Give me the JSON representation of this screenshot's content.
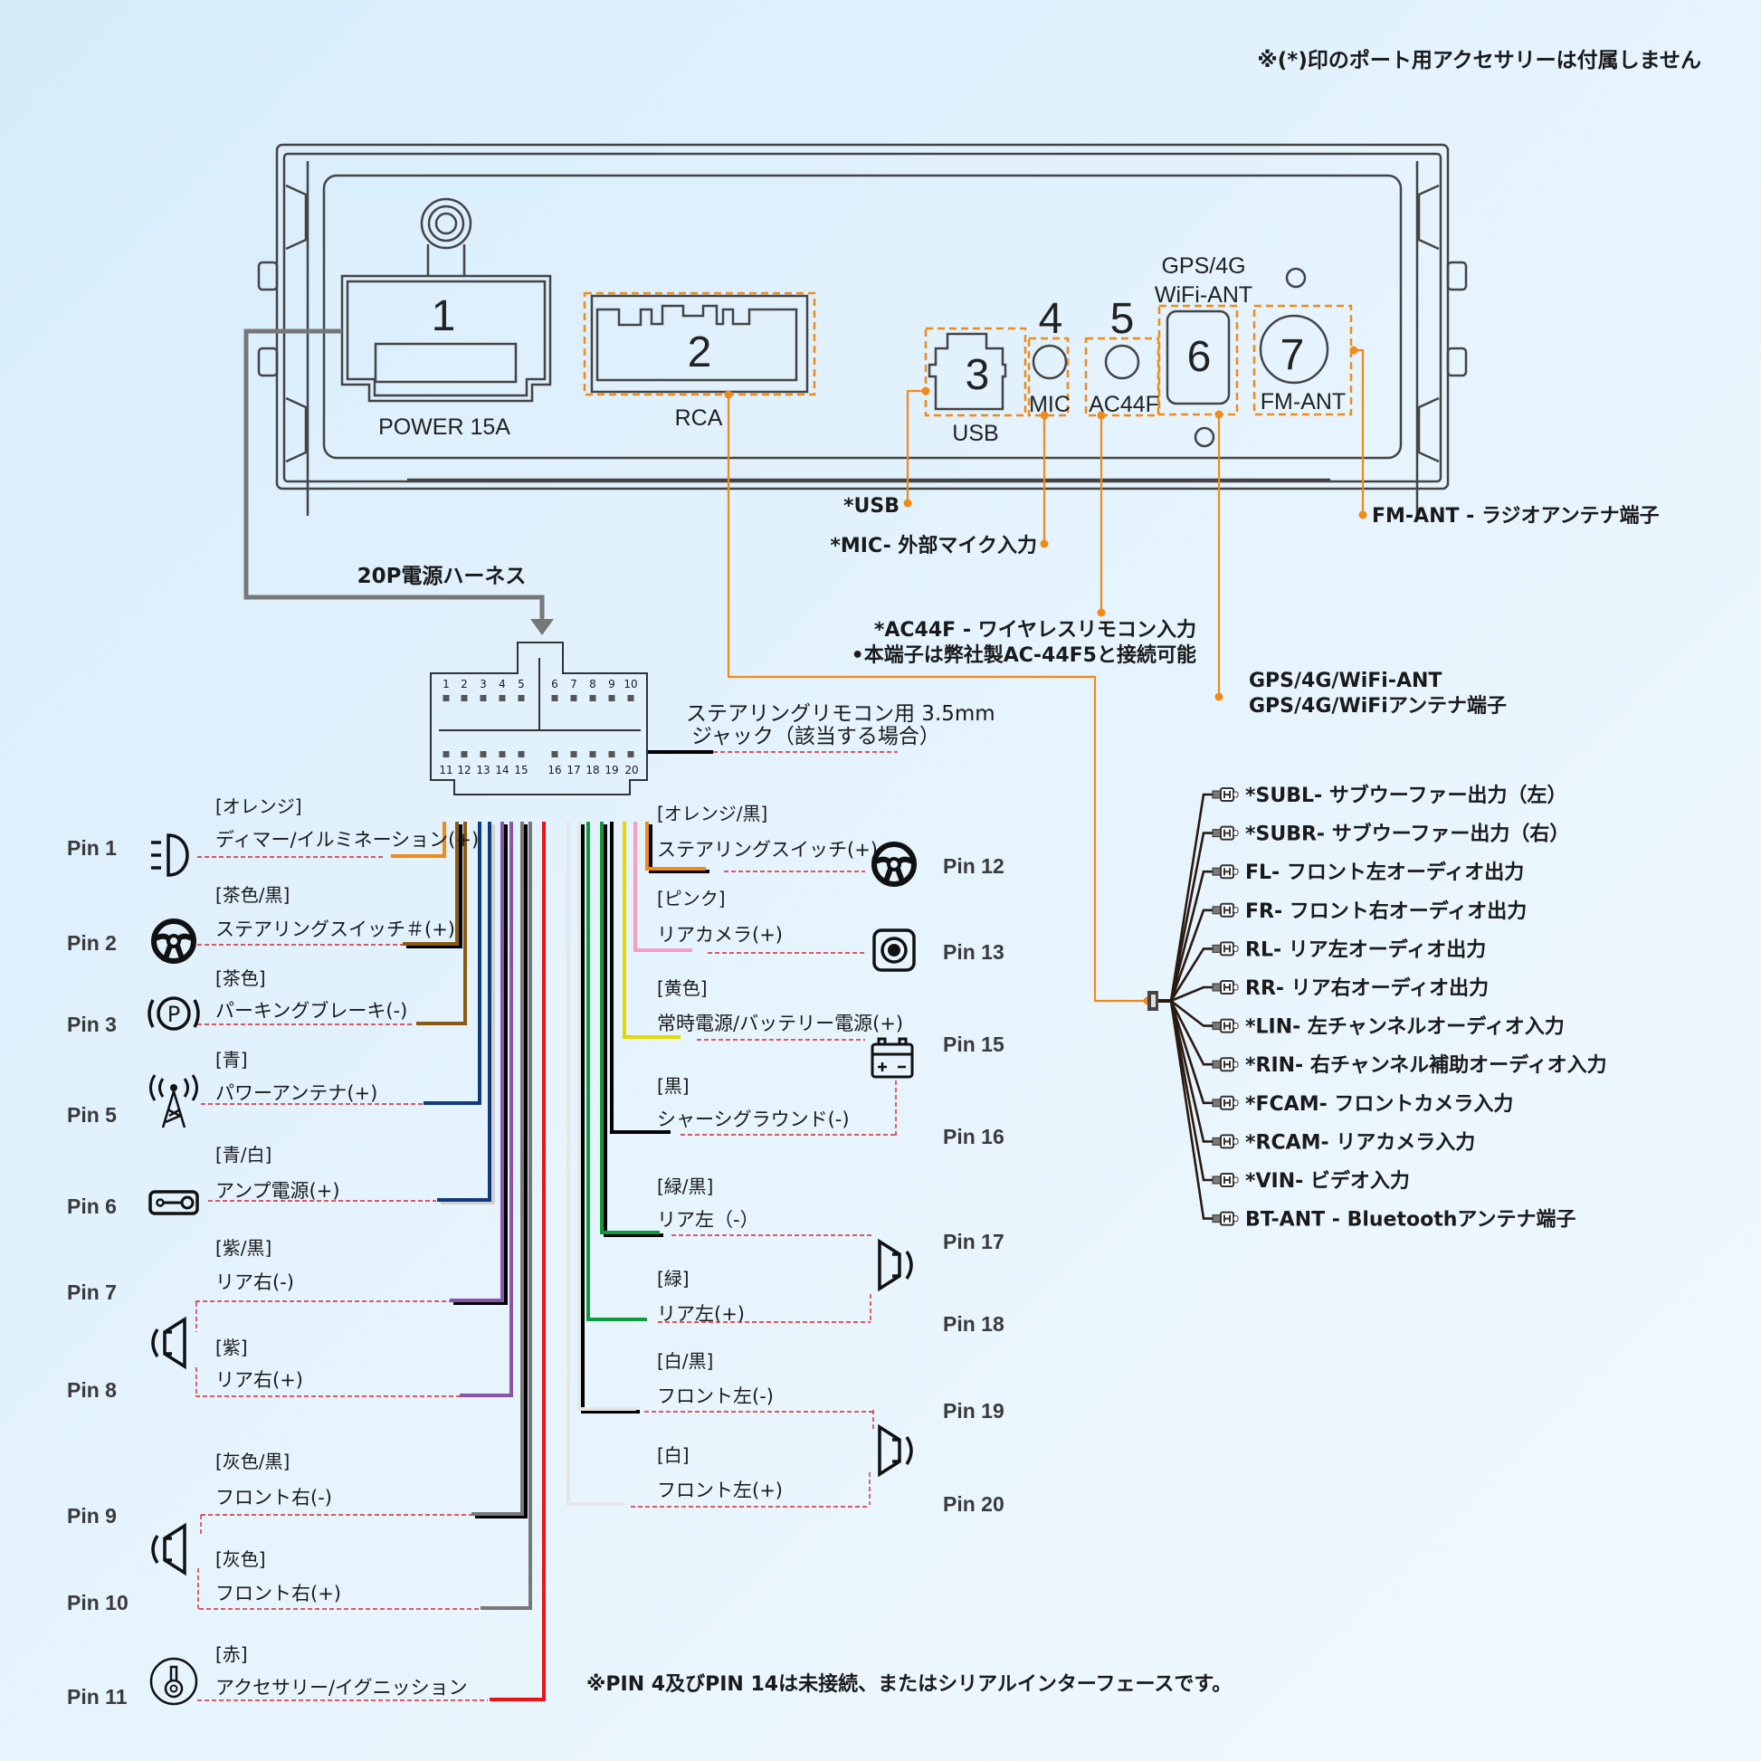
{
  "note_top": "※(*)印のポート用アクセサリーは付属しません",
  "note_bottom": "※PIN 4及びPIN 14は未接続、またはシリアルインターフェースです。",
  "harness_label": "20P電源ハーネス",
  "device": {
    "ports": [
      {
        "number": "1",
        "label": "POWER 15A"
      },
      {
        "number": "2",
        "label": "RCA"
      },
      {
        "number": "3",
        "label": "USB"
      },
      {
        "number": "4",
        "label": "MIC"
      },
      {
        "number": "5",
        "label": "AC44F"
      },
      {
        "number": "6",
        "label_line1": "GPS/4G",
        "label_line2": "WiFi-ANT"
      },
      {
        "number": "7",
        "label": "FM-ANT"
      }
    ]
  },
  "callouts": {
    "usb": "*USB",
    "mic": "*MIC- 外部マイク入力",
    "ac44f_line1": "*AC44F - ワイヤレスリモコン入力",
    "ac44f_line2": "•本端子は弊社製AC‐44F5と接続可能",
    "gps_line1": "GPS/4G/WiFi-ANT",
    "gps_line2": "GPS/4G/WiFiアンテナ端子",
    "fm": "FM-ANT - ラジオアンテナ端子"
  },
  "connector": {
    "top_pins": [
      "1",
      "2",
      "3",
      "4",
      "5",
      "6",
      "7",
      "8",
      "9",
      "10"
    ],
    "bottom_pins": [
      "11",
      "12",
      "13",
      "14",
      "15",
      "16",
      "17",
      "18",
      "19",
      "20"
    ],
    "jack_line1": "ステアリングリモコン用 3.5mm",
    "jack_line2": "ジャック（該当する場合）"
  },
  "left_pins": [
    {
      "pin": "Pin 1",
      "color_name": "[オレンジ]",
      "function": "ディマー/イルミネーション(+)",
      "icon": "headlight-icon",
      "wire": "#f28a17",
      "stripe": ""
    },
    {
      "pin": "Pin 2",
      "color_name": "[茶色/黒]",
      "function": "ステアリングスイッチ＃(+)",
      "icon": "steering-wheel-icon",
      "wire": "#8a5a12",
      "stripe": "#000000"
    },
    {
      "pin": "Pin 3",
      "color_name": "[茶色]",
      "function": "パーキングブレーキ(-)",
      "icon": "parking-brake-icon",
      "wire": "#8a5a12",
      "stripe": ""
    },
    {
      "pin": "Pin 5",
      "color_name": "[青]",
      "function": "パワーアンテナ(+)",
      "icon": "antenna-tower-icon",
      "wire": "#123a7a",
      "stripe": ""
    },
    {
      "pin": "Pin 6",
      "color_name": "[青/白]",
      "function": "アンプ電源(+)",
      "icon": "amplifier-icon",
      "wire": "#123a7a",
      "stripe": "#d0d0d0"
    },
    {
      "pin": "Pin 7",
      "color_name": "[紫/黒]",
      "function": "リア右(-)",
      "icon": "",
      "wire": "#8a55a8",
      "stripe": "#000000"
    },
    {
      "pin": "Pin 8",
      "color_name": "[紫]",
      "function": "リア右(+)",
      "icon": "speaker-icon",
      "wire": "#8a55a8",
      "stripe": ""
    },
    {
      "pin": "Pin 9",
      "color_name": "[灰色/黒]",
      "function": "フロント右(-)",
      "icon": "",
      "wire": "#777777",
      "stripe": "#000000"
    },
    {
      "pin": "Pin 10",
      "color_name": "[灰色]",
      "function": "フロント右(+)",
      "icon": "speaker-icon",
      "wire": "#777777",
      "stripe": ""
    },
    {
      "pin": "Pin 11",
      "color_name": "[赤]",
      "function": "アクセサリー/イグニッション",
      "icon": "ignition-key-icon",
      "wire": "#ee1111",
      "stripe": ""
    }
  ],
  "right_pins": [
    {
      "pin": "Pin 12",
      "color_name": "[オレンジ/黒]",
      "function": "ステアリングスイッチ(+)",
      "icon": "steering-wheel-icon",
      "wire": "#f28a17",
      "stripe": "#000000"
    },
    {
      "pin": "Pin 13",
      "color_name": "[ピンク]",
      "function": "リアカメラ(+)",
      "icon": "camera-icon",
      "wire": "#f3a0c4",
      "stripe": ""
    },
    {
      "pin": "Pin 15",
      "color_name": "[黄色]",
      "function": "常時電源/バッテリー電源(+)",
      "icon": "battery-icon",
      "wire": "#e5d800",
      "stripe": ""
    },
    {
      "pin": "Pin 16",
      "color_name": "[黒]",
      "function": "シャーシグラウンド(-)",
      "icon": "",
      "wire": "#000000",
      "stripe": ""
    },
    {
      "pin": "Pin 17",
      "color_name": "[緑/黒]",
      "function": "リア左（-）",
      "icon": "",
      "wire": "#0e9a3e",
      "stripe": "#000000"
    },
    {
      "pin": "Pin 18",
      "color_name": "[緑]",
      "function": "リア左(+)",
      "icon": "speaker-icon",
      "wire": "#0e9a3e",
      "stripe": ""
    },
    {
      "pin": "Pin 19",
      "color_name": "[白/黒]",
      "function": "フロント左(-)",
      "icon": "",
      "wire": "#e6e6e6",
      "stripe": "#000000"
    },
    {
      "pin": "Pin 20",
      "color_name": "[白]",
      "function": "フロント左(+)",
      "icon": "speaker-icon",
      "wire": "#e6e6e6",
      "stripe": ""
    }
  ],
  "rca_outputs": [
    "*SUBL- サブウーファー出力（左）",
    "*SUBR- サブウーファー出力（右）",
    "FL- フロント左オーディオ出力",
    "FR- フロント右オーディオ出力",
    "RL- リア左オーディオ出力",
    "RR- リア右オーディオ出力",
    "*LIN- 左チャンネルオーディオ入力",
    "*RIN- 右チャンネル補助オーディオ入力",
    "*FCAM- フロントカメラ入力",
    "*RCAM- リアカメラ入力",
    "*VIN- ビデオ入力",
    "BT-ANT - Bluetoothアンテナ端子"
  ],
  "colors": {
    "accent_orange": "#f28a17",
    "guide_red": "#d8262c",
    "harness_gray": "#777777"
  }
}
